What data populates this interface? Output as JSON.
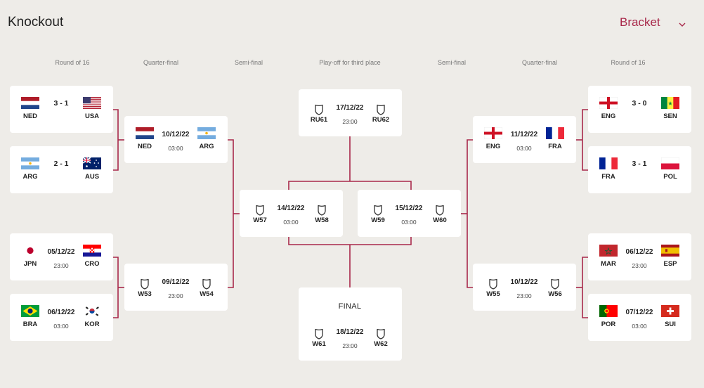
{
  "header": {
    "title": "Knockout",
    "view_label": "Bracket",
    "dropdown_icon": "chevron-down-icon"
  },
  "accent_color": "#a8284a",
  "round_labels": {
    "left_r16": "Round of 16",
    "left_qf": "Quarter-final",
    "left_sf": "Semi-final",
    "third": "Play-off for third place",
    "right_sf": "Semi-final",
    "right_qf": "Quarter-final",
    "right_r16": "Round of 16"
  },
  "matches": {
    "l16a": {
      "home": "NED",
      "away": "USA",
      "score": "3 - 1",
      "home_flag": "netherlands-flag-icon",
      "away_flag": "usa-flag-icon"
    },
    "l16b": {
      "home": "ARG",
      "away": "AUS",
      "score": "2 - 1",
      "home_flag": "argentina-flag-icon",
      "away_flag": "australia-flag-icon"
    },
    "l16c": {
      "home": "JPN",
      "away": "CRO",
      "date": "05/12/22",
      "time": "23:00",
      "home_flag": "japan-flag-icon",
      "away_flag": "croatia-flag-icon"
    },
    "l16d": {
      "home": "BRA",
      "away": "KOR",
      "date": "06/12/22",
      "time": "03:00",
      "home_flag": "brazil-flag-icon",
      "away_flag": "korea-flag-icon"
    },
    "lqfa": {
      "home": "NED",
      "away": "ARG",
      "date": "10/12/22",
      "time": "03:00",
      "home_flag": "netherlands-flag-icon",
      "away_flag": "argentina-flag-icon"
    },
    "lqfb": {
      "home": "W53",
      "away": "W54",
      "date": "09/12/22",
      "time": "23:00"
    },
    "lsf": {
      "home": "W57",
      "away": "W58",
      "date": "14/12/22",
      "time": "03:00"
    },
    "third": {
      "home": "RU61",
      "away": "RU62",
      "date": "17/12/22",
      "time": "23:00"
    },
    "final": {
      "label": "FINAL",
      "home": "W61",
      "away": "W62",
      "date": "18/12/22",
      "time": "23:00"
    },
    "rsf": {
      "home": "W59",
      "away": "W60",
      "date": "15/12/22",
      "time": "03:00"
    },
    "rqfa": {
      "home": "ENG",
      "away": "FRA",
      "date": "11/12/22",
      "time": "03:00",
      "home_flag": "england-flag-icon",
      "away_flag": "france-flag-icon"
    },
    "rqfb": {
      "home": "W55",
      "away": "W56",
      "date": "10/12/22",
      "time": "23:00"
    },
    "r16a": {
      "home": "ENG",
      "away": "SEN",
      "score": "3 - 0",
      "home_flag": "england-flag-icon",
      "away_flag": "senegal-flag-icon"
    },
    "r16b": {
      "home": "FRA",
      "away": "POL",
      "score": "3 - 1",
      "home_flag": "france-flag-icon",
      "away_flag": "poland-flag-icon"
    },
    "r16c": {
      "home": "MAR",
      "away": "ESP",
      "date": "06/12/22",
      "time": "23:00",
      "home_flag": "morocco-flag-icon",
      "away_flag": "spain-flag-icon"
    },
    "r16d": {
      "home": "POR",
      "away": "SUI",
      "date": "07/12/22",
      "time": "03:00",
      "home_flag": "portugal-flag-icon",
      "away_flag": "switzerland-flag-icon"
    }
  }
}
